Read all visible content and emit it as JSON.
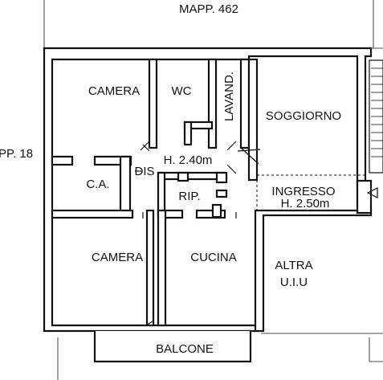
{
  "plan": {
    "parcel_top": "MAPP. 462",
    "parcel_left": "PP. 18",
    "rooms": {
      "camera_top": "CAMERA",
      "wc": "WC",
      "lavanderia": "LAVAND.",
      "soggiorno": "SOGGIORNO",
      "ca": "C.A.",
      "dis": "DIS",
      "height_main": "H. 2.40m",
      "rip": "RIP.",
      "ingresso": "INGRESSO",
      "height_ingresso": "H. 2.50m",
      "camera_bottom": "CAMERA",
      "cucina": "CUCINA",
      "altra_line1": "ALTRA",
      "altra_line2": "U.I.U",
      "balcone": "BALCONE"
    }
  }
}
